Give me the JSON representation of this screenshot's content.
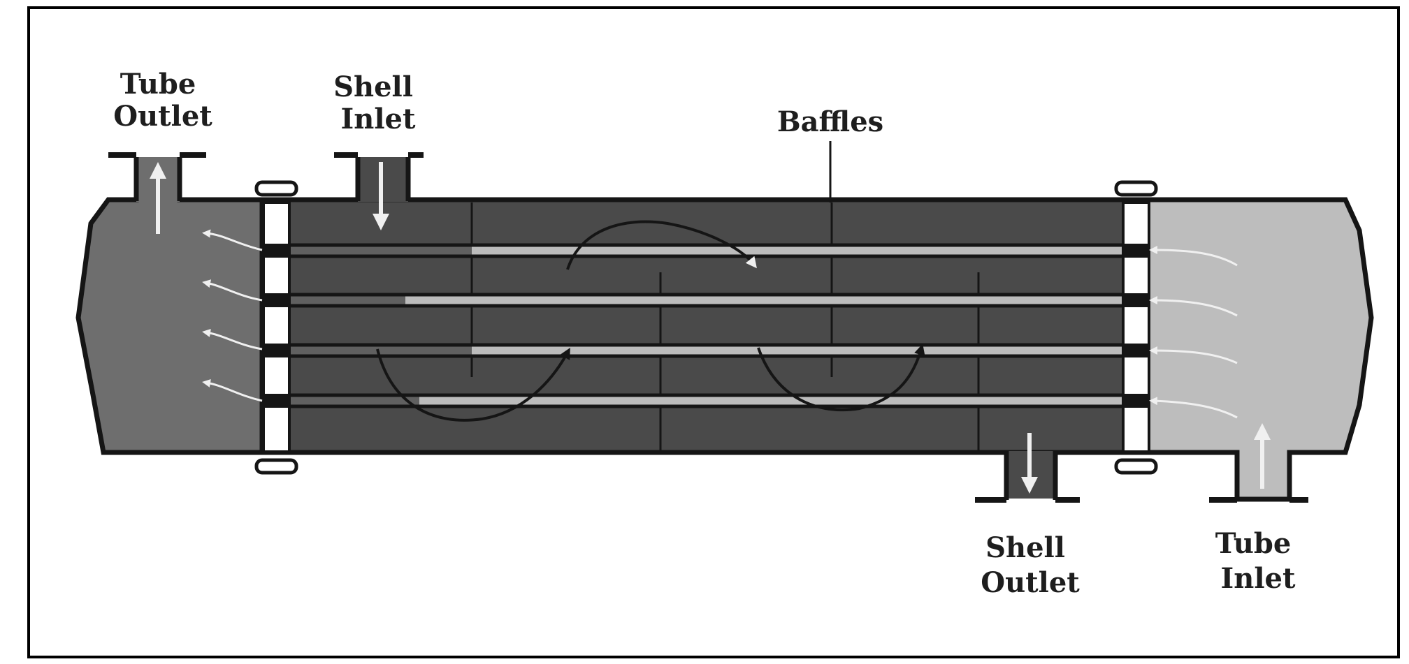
{
  "labels": {
    "tube_outlet": [
      "Tube",
      "Outlet"
    ],
    "shell_inlet": [
      "Shell",
      "Inlet"
    ],
    "baffles": "Baffles",
    "shell_outlet": [
      "Shell",
      "Outlet"
    ],
    "tube_inlet": [
      "Tube",
      "Inlet"
    ]
  },
  "colors": {
    "frame": "#000000",
    "shell_body": "#4a4a4a",
    "shell_outline": "#151515",
    "tube_inside": "#bcbcbc",
    "tube_outside": "#606060",
    "hot_head": "#6e6e6e",
    "cold_head": "#bdbdbd",
    "flow_arrow": "#f0f0f0",
    "shell_flow": "#151515"
  }
}
